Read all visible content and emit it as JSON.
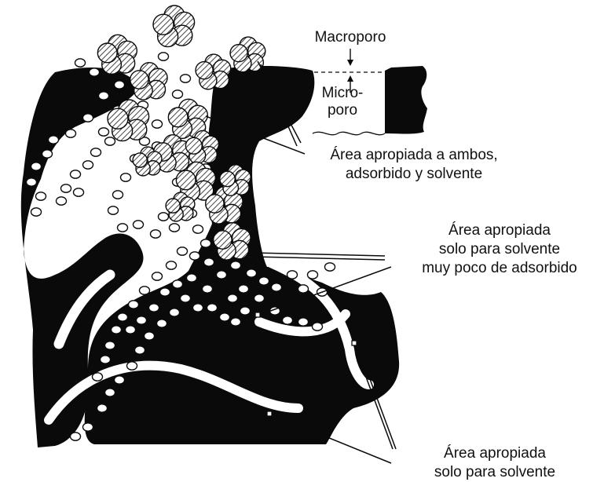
{
  "labels": {
    "macroporo": "Macroporo",
    "microporo_line1": "Micro-",
    "microporo_line2": "poro",
    "ambos_line1": "Área apropiada a ambos,",
    "ambos_line2": "adsorbido y solvente",
    "solo_poco_line1": "Área apropiada",
    "solo_poco_line2": "solo para solvente",
    "solo_poco_line3": "muy poco de adsorbido",
    "solo_line1": "Área apropiada",
    "solo_line2": "solo para solvente"
  },
  "colors": {
    "solid": "#0a0a0a",
    "background": "#ffffff",
    "hatch": "#444444"
  }
}
